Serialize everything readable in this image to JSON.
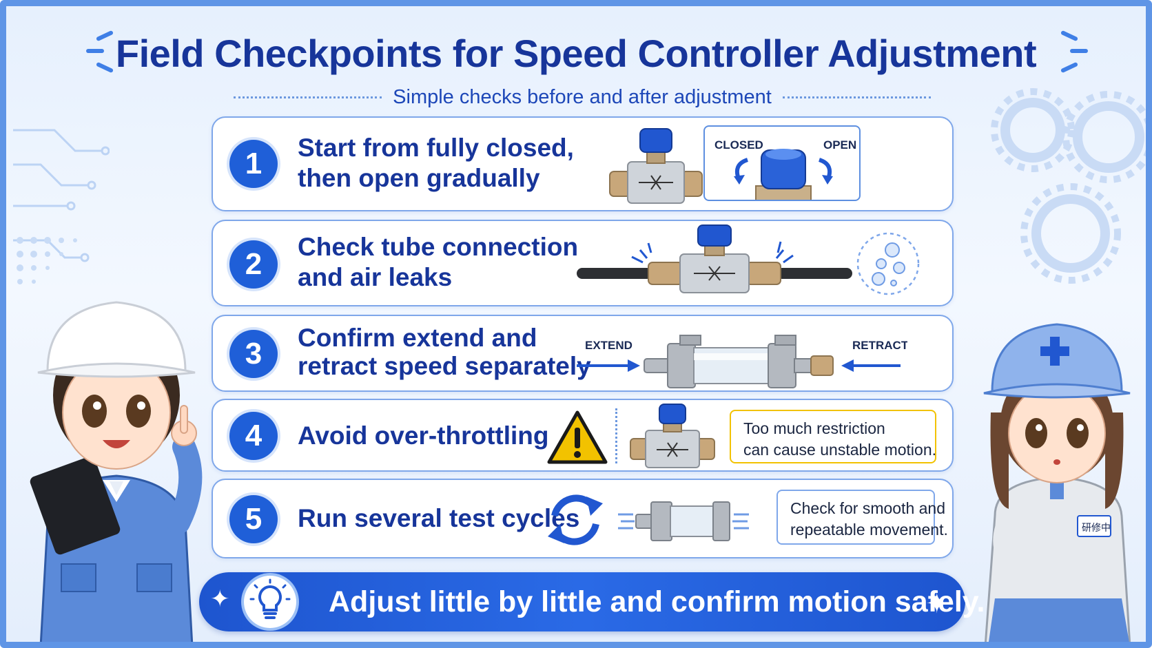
{
  "title": "Field Checkpoints for Speed Controller Adjustment",
  "subtitle": "Simple checks before and after adjustment",
  "steps": [
    {
      "number": "1",
      "text_line1": "Start from fully closed,",
      "text_line2": "then open gradually",
      "label_closed": "CLOSED",
      "label_open": "OPEN"
    },
    {
      "number": "2",
      "text_line1": "Check tube connection",
      "text_line2": "and air leaks"
    },
    {
      "number": "3",
      "text_line1": "Confirm extend and",
      "text_line2": "retract speed separately",
      "label_extend": "EXTEND",
      "label_retract": "RETRACT"
    },
    {
      "number": "4",
      "text_line1": "Avoid over-throttling",
      "note_line1": "Too much restriction",
      "note_line2": "can cause unstable motion."
    },
    {
      "number": "5",
      "text_line1": "Run several test cycles",
      "note_line1": "Check for smooth and",
      "note_line2": "repeatable movement."
    }
  ],
  "banner": {
    "text": "Adjust little by little and confirm motion safely."
  },
  "badge_text": "研修中",
  "colors": {
    "primary": "#1f5fd8",
    "title": "#17359a",
    "border": "#5f95e6",
    "warning": "#f2c200"
  },
  "icons": [
    "valve-icon",
    "knob-icon",
    "tube-icon",
    "bubbles-icon",
    "cylinder-icon",
    "warning-icon",
    "cycle-icon",
    "lightbulb-icon",
    "sparkle-icon"
  ]
}
